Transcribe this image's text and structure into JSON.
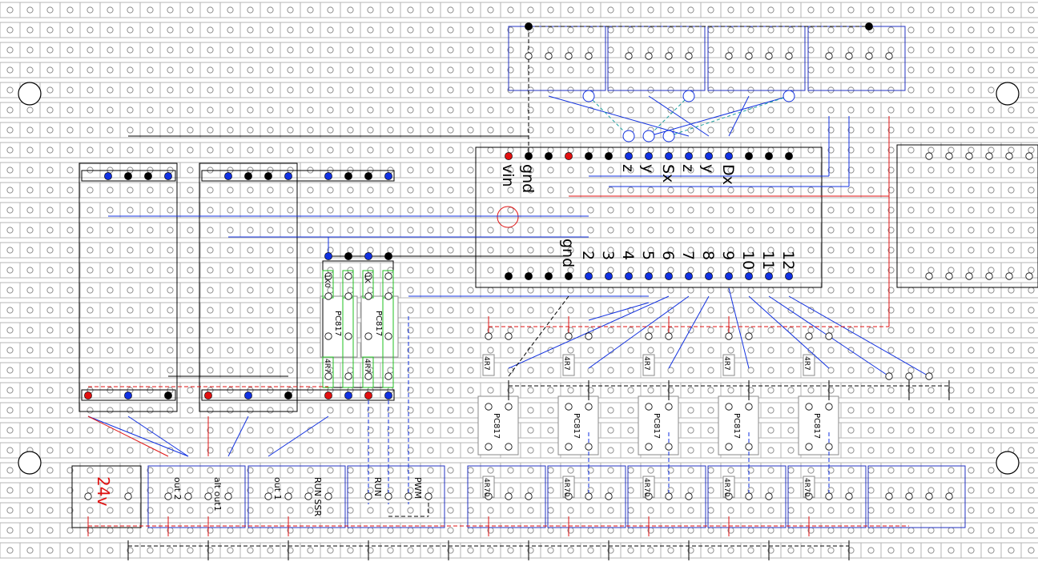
{
  "colors": {
    "strip": "#b4b4b4",
    "hole": "#8c8c8c",
    "outline": "#2030c0",
    "power": "#e01010",
    "ground": "#000000",
    "signal": "#1030e0",
    "aux": "#1aa0a0",
    "part": "#8a8a8a",
    "resistor": "#20c020",
    "label": "#000000"
  },
  "arduino": {
    "top_labels": [
      "vin",
      "gnd",
      "z",
      "y",
      "Sx",
      "z",
      "y",
      "Dx"
    ],
    "bottom_labels": [
      "gnd",
      "2",
      "3",
      "4",
      "5",
      "6",
      "7",
      "8",
      "9",
      "10",
      "11",
      "12"
    ]
  },
  "terminals": {
    "power_label": "24v",
    "out2": "out 2",
    "alt_out1": "alt out1",
    "out1": "out 1",
    "run_ssr": "RUN SSR",
    "run": "RUN",
    "pwm": "PWM"
  },
  "parts": {
    "optocoupler": "PC817",
    "resistor_470": "4R70",
    "resistor_47": "4R7",
    "resistor_1k": "1K0",
    "resistor_1k_alt": "1K"
  }
}
